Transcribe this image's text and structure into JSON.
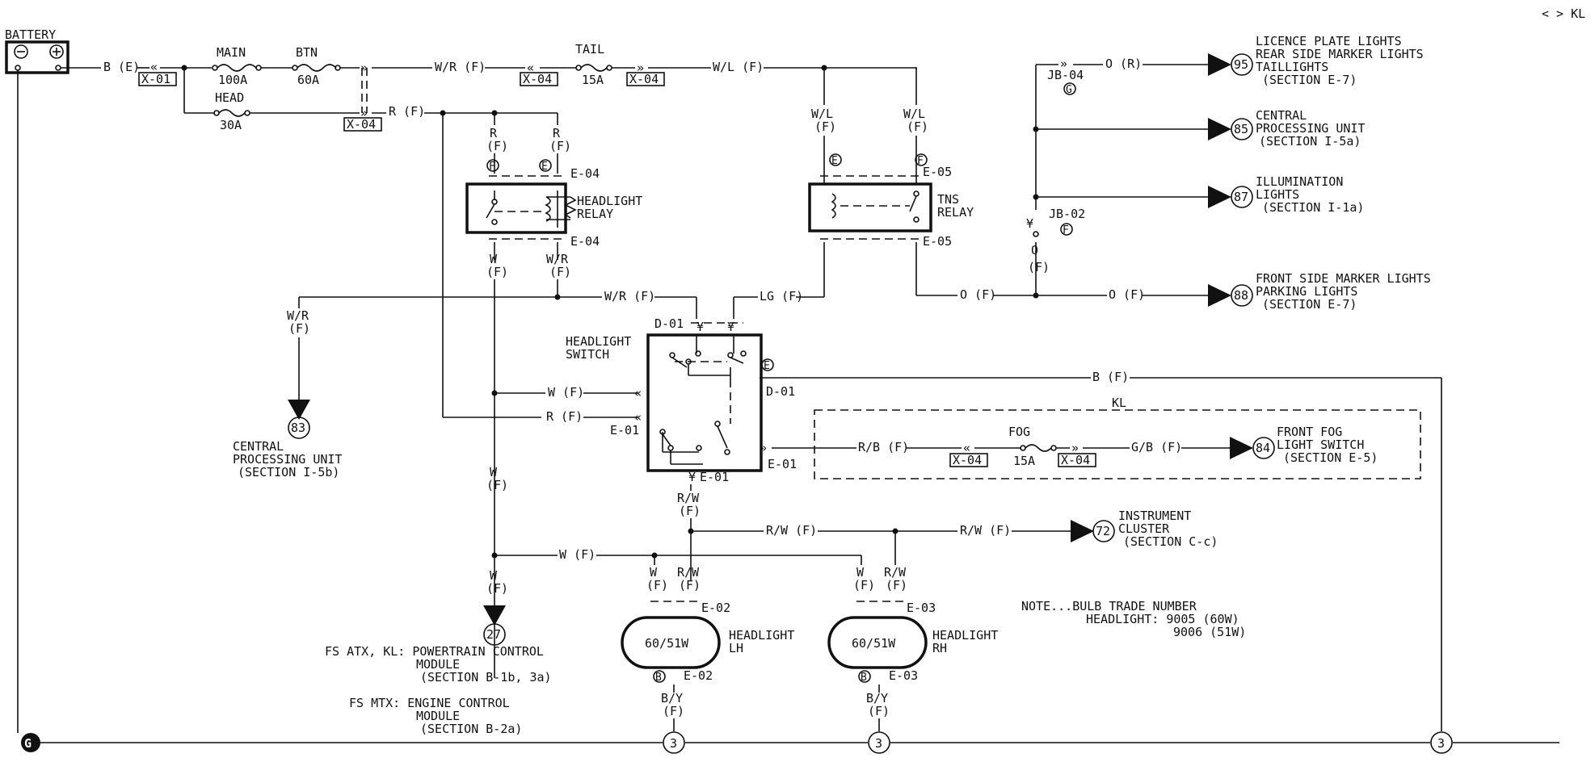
{
  "nav": {
    "label": "< > KL"
  },
  "battery": {
    "label": "BATTERY",
    "neg": "⊖",
    "pos": "⊕"
  },
  "ground": {
    "symbol": "G",
    "terminal": "3"
  },
  "wires": {
    "b_e": "B (E)",
    "wr_f": "W/R (F)",
    "wl_f": "W/L (F)",
    "r_f": "R (F)",
    "r": "R",
    "f": "(F)",
    "w": "W",
    "wr": "W/R",
    "wl": "W/L",
    "lg_f": "LG (F)",
    "o_f": "O (F)",
    "o_r": "O (R)",
    "o": "O",
    "b_f": "B (F)",
    "w_f": "W (F)",
    "rb_f": "R/B (F)",
    "gb_f": "G/B (F)",
    "rw": "R/W",
    "rw_f": "R/W (F)",
    "by": "B/Y"
  },
  "fuses": {
    "main": {
      "name": "MAIN",
      "rating": "100A"
    },
    "btn": {
      "name": "BTN",
      "rating": "60A"
    },
    "head": {
      "name": "HEAD",
      "rating": "30A"
    },
    "tail": {
      "name": "TAIL",
      "rating": "15A"
    },
    "fog": {
      "name": "FOG",
      "rating": "15A"
    }
  },
  "connectors": {
    "x01": "X-01",
    "x04": "X-04",
    "e04": "E-04",
    "e05": "E-05",
    "d01": "D-01",
    "e01": "E-01",
    "e02": "E-02",
    "e03": "E-03",
    "jb04": "JB-04",
    "jb02": "JB-02",
    "f_mark": "F",
    "e_mark": "E",
    "g_mark": "G",
    "b_mark": "B"
  },
  "components": {
    "headlight_relay": [
      "HEADLIGHT",
      "RELAY"
    ],
    "tns_relay": [
      "TNS",
      "RELAY"
    ],
    "headlight_switch": [
      "HEADLIGHT",
      "SWITCH"
    ],
    "headlight_lh": {
      "bulb": "60/51W",
      "label": [
        "HEADLIGHT",
        "LH"
      ]
    },
    "headlight_rh": {
      "bulb": "60/51W",
      "label": [
        "HEADLIGHT",
        "RH"
      ]
    },
    "kl": "KL"
  },
  "destinations": {
    "d95": {
      "num": "95",
      "lines": [
        "LICENCE PLATE LIGHTS",
        "REAR SIDE MARKER LIGHTS",
        "TAILLIGHTS",
        "(SECTION E-7)"
      ]
    },
    "d85": {
      "num": "85",
      "lines": [
        "CENTRAL",
        "PROCESSING UNIT",
        "(SECTION I-5a)"
      ]
    },
    "d87": {
      "num": "87",
      "lines": [
        "ILLUMINATION",
        "LIGHTS",
        "(SECTION I-1a)"
      ]
    },
    "d88": {
      "num": "88",
      "lines": [
        "FRONT SIDE MARKER LIGHTS",
        "PARKING LIGHTS",
        "(SECTION E-7)"
      ]
    },
    "d83": {
      "num": "83",
      "lines": [
        "CENTRAL",
        "PROCESSING UNIT",
        "(SECTION I-5b)"
      ]
    },
    "d84": {
      "num": "84",
      "lines": [
        "FRONT FOG",
        "LIGHT SWITCH",
        "(SECTION E-5)"
      ]
    },
    "d72": {
      "num": "72",
      "lines": [
        "INSTRUMENT",
        "CLUSTER",
        "(SECTION C-c)"
      ]
    },
    "d27": {
      "num": "27",
      "lines": [
        "FS ATX, KL: POWERTRAIN CONTROL",
        "MODULE",
        "(SECTION B-1b, 3a)",
        "FS MTX: ENGINE CONTROL",
        "MODULE",
        "(SECTION B-2a)"
      ]
    }
  },
  "note": {
    "lines": [
      "NOTE...BULB TRADE NUMBER",
      "HEADLIGHT: 9005 (60W)",
      "9006 (51W)"
    ]
  }
}
